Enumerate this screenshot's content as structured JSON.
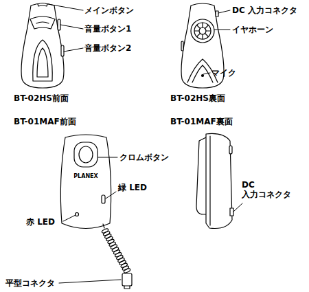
{
  "diagram": {
    "labels": [
      "メインボタン",
      "音量ボタン1",
      "音量ボタン2",
      "DC 入力コネクタ",
      "イヤホーン",
      "マイク",
      "BT-02HS前面",
      "BT-02HS裏面",
      "BT-01MAF前面",
      "BT-01MAF裏面",
      "クロムボタン",
      "PLANEX",
      "緑 LED",
      "赤 LED",
      "DC 入力コネクタ",
      "平型コネクタ"
    ]
  }
}
